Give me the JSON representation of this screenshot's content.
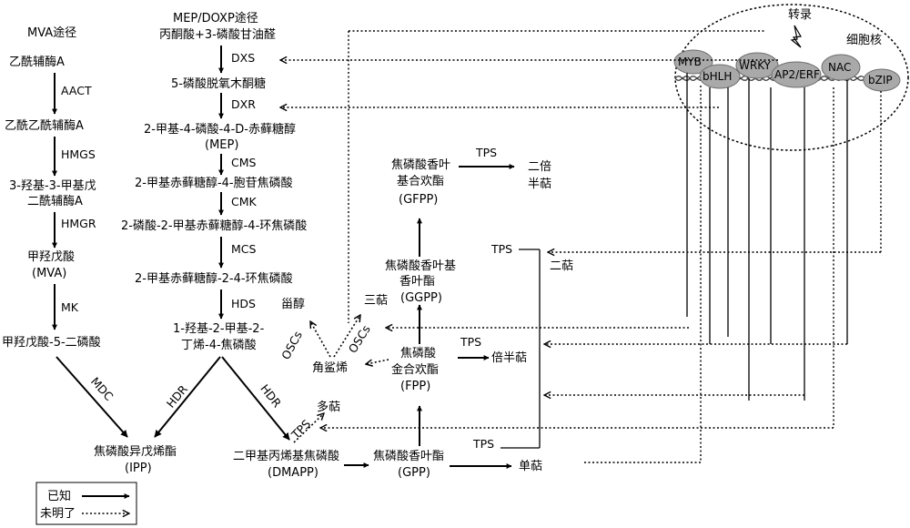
{
  "mva": {
    "title": "MVA途径",
    "acetyl_coa": "乙酰辅酶A",
    "aact": "AACT",
    "acetoacetyl_coa": "乙酰乙酰辅酶A",
    "hmgs": "HMGS",
    "hmg_coa_line1": "3-羟基-3-甲基戊",
    "hmg_coa_line2": "二酰辅酶A",
    "hmgr": "HMGR",
    "mevalonate_line1": "甲羟戊酸",
    "mevalonate_line2": "(MVA)",
    "mk": "MK",
    "mvapp": "甲羟戊酸-5-二磷酸",
    "mdc": "MDC"
  },
  "mep": {
    "title": "MEP/DOXP途径",
    "substrates": "丙酮酸+3-磷酸甘油醛",
    "dxs": "DXS",
    "dxp": "5-磷酸脱氧木酮糖",
    "dxr": "DXR",
    "mep_line1": "2-甲基-4-磷酸-4-D-赤藓糖醇",
    "mep_line2": "(MEP)",
    "cms": "CMS",
    "cdp_me": "2-甲基赤藓糖醇-4-胞苷焦磷酸",
    "cmk": "CMK",
    "cdp_mep": "2-磷酸-2-甲基赤藓糖醇-4-环焦磷酸",
    "mcs": "MCS",
    "mecpp": "2-甲基赤藓糖醇-2-4-环焦磷酸",
    "hds": "HDS",
    "hmbpp_line1": "1-羟基-2-甲基-2-",
    "hmbpp_line2": "丁烯-4-焦磷酸",
    "hdr": "HDR"
  },
  "core": {
    "ipp_line1": "焦磷酸异戊烯酯",
    "ipp_line2": "(IPP)",
    "dmapp_line1": "二甲基丙烯基焦磷酸",
    "dmapp_line2": "(DMAPP)",
    "gpp_line1": "焦磷酸香叶酯",
    "gpp_line2": "(GPP)",
    "fpp_line1": "焦磷酸",
    "fpp_line2": "金合欢酯",
    "fpp_line3": "(FPP)",
    "ggpp_line1": "焦磷酸香叶基",
    "ggpp_line2": "香叶酯",
    "ggpp_line3": "(GGPP)",
    "gfpp_line1": "焦磷酸香叶",
    "gfpp_line2": "基合欢酯",
    "gfpp_line3": "(GFPP)"
  },
  "products": {
    "monoterpene": "单萜",
    "sesquiterpene": "倍半萜",
    "diterpene": "二萜",
    "sesterterpene_line1": "二倍",
    "sesterterpene_line2": "半萜",
    "triterpene": "三萜",
    "sterol": "甾醇",
    "squalene": "角鲨烯",
    "polyterpene": "多萜"
  },
  "enzymes": {
    "tps": "TPS",
    "oscs": "OSCs"
  },
  "nucleus": {
    "label": "细胞核",
    "transcription": "转录",
    "tfs": [
      "MYB",
      "bHLH",
      "WRKY",
      "AP2/ERF",
      "NAC",
      "bZIP"
    ]
  },
  "legend": {
    "known": "已知",
    "unknown": "未明了"
  }
}
